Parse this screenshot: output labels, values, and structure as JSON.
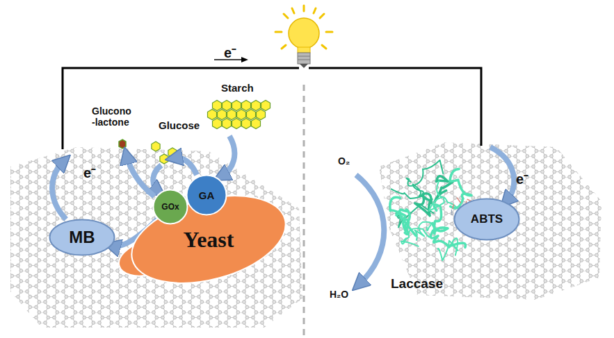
{
  "diagram": {
    "nodes": [
      {
        "text": [
          "Yeast"
        ]
      },
      {
        "text": [
          "GOx"
        ]
      },
      {
        "text": [
          "GA"
        ]
      },
      {
        "text": [
          "MB"
        ]
      },
      {
        "text": [
          "ABTS"
        ]
      }
    ],
    "edges": [
      {
        "from": 1,
        "to": 3,
        "arrow": "to"
      }
    ],
    "labels": [
      "e⁻",
      "Glucono -lactone",
      "Glucose",
      "Starch",
      "e⁻",
      "O₂",
      "H₂O",
      "Laccase",
      "e⁻"
    ]
  }
}
